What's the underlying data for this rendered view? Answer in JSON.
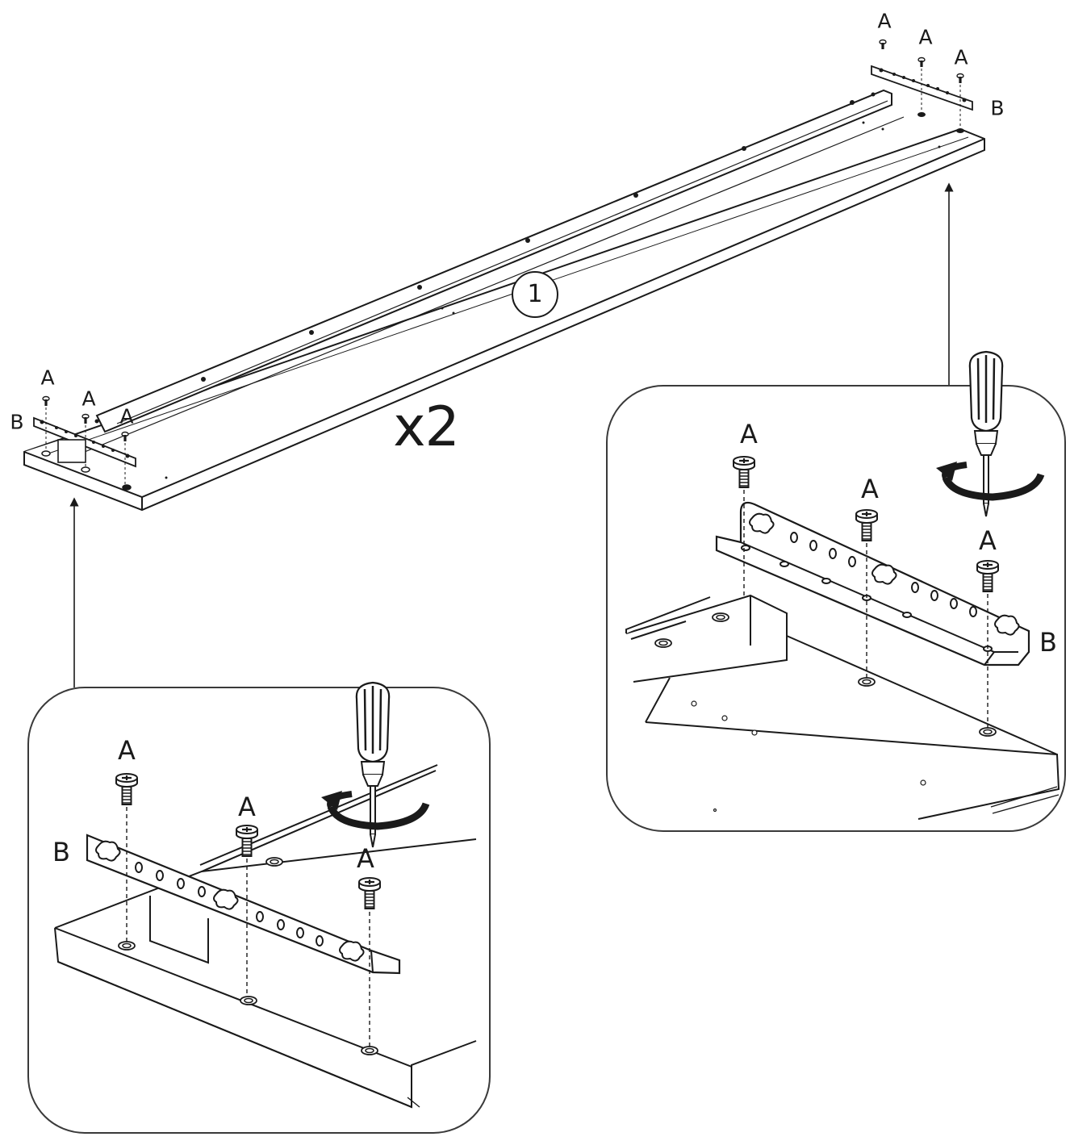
{
  "labels": {
    "screw": "A",
    "bracket": "B",
    "quantity": "x2",
    "part_number": "1"
  },
  "colors": {
    "line": "#1a1a1a",
    "background": "#ffffff",
    "panel_border": "#3a3a3a"
  },
  "icons": [
    "screw-icon",
    "bracket-icon",
    "screwdriver-icon",
    "rotation-arrow-icon",
    "pointer-arrow-icon"
  ]
}
